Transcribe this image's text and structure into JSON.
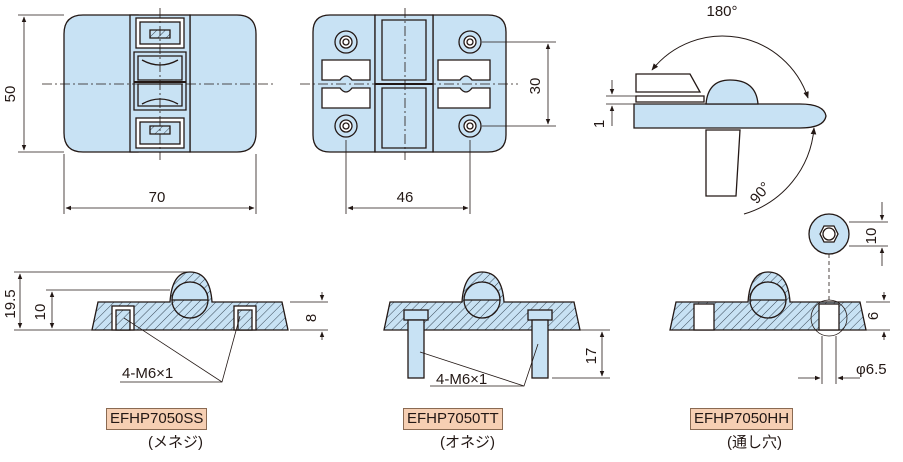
{
  "dimensions": {
    "top_height": "50",
    "top_width": "70",
    "hole_pitch_x": "46",
    "hole_pitch_y": "30",
    "rotation_max": "180°",
    "rotation_mid": "90°",
    "gap": "1",
    "side_total_height": "19.5",
    "side_pin_height": "10",
    "ss_thread": "4-M6×1",
    "plate_thickness": "8",
    "tt_thread": "4-M6×1",
    "tt_stud_length": "17",
    "hh_head_size": "10",
    "hh_counterbore_depth": "6",
    "hh_hole_dia": "φ6.5"
  },
  "variants": [
    {
      "model": "EFHP7050SS",
      "desc": "(メネジ)"
    },
    {
      "model": "EFHP7050TT",
      "desc": "(オネジ)"
    },
    {
      "model": "EFHP7050HH",
      "desc": "(通し穴)"
    }
  ],
  "colors": {
    "fill": "#c8e2f4",
    "stroke": "#231815",
    "label_bg": "#f6cfb3"
  }
}
